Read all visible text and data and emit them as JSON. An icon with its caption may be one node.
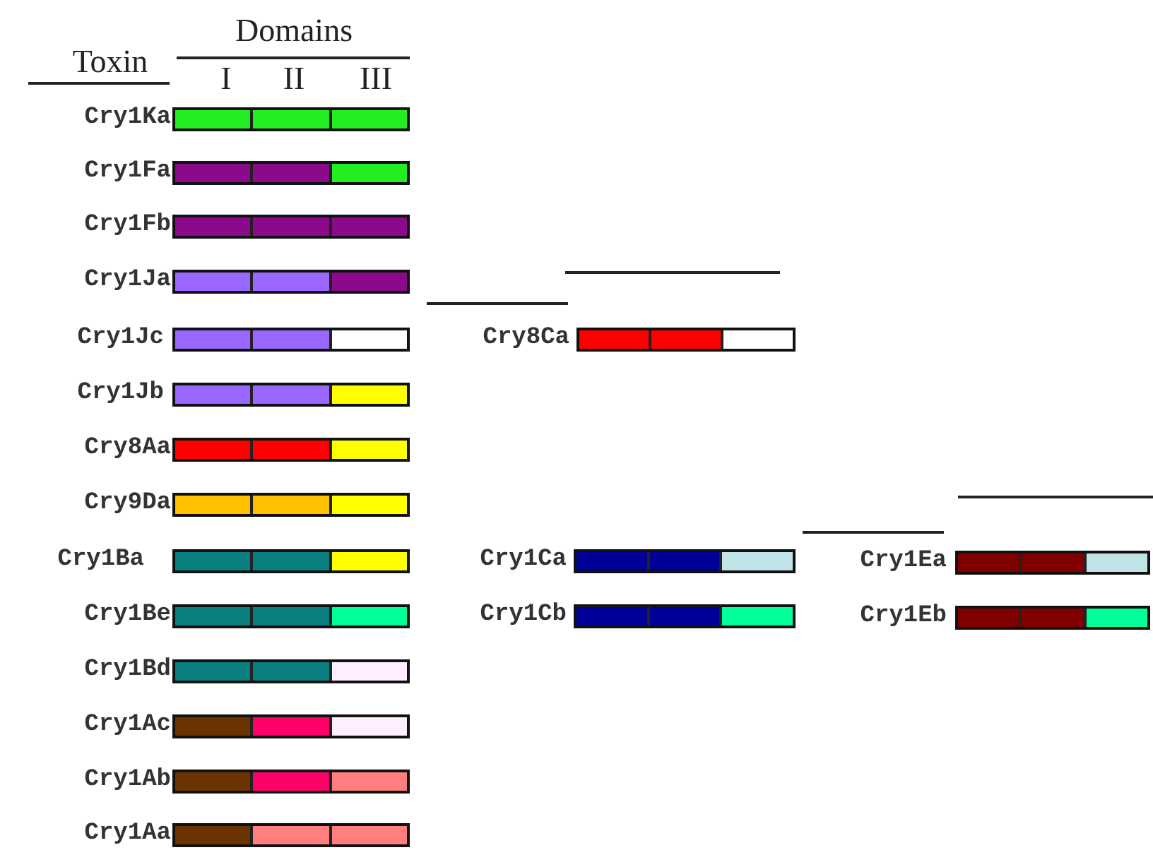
{
  "diagram": {
    "nodes": [
      {
        "text": [],
        "shape": "bar",
        "beside": [
          "Cry1Ka"
        ]
      },
      {
        "text": [],
        "shape": "bar",
        "beside": [
          "Cry1Fa"
        ]
      },
      {
        "text": [],
        "shape": "bar",
        "beside": [
          "Cry1Fb"
        ]
      },
      {
        "text": [],
        "shape": "bar",
        "beside": [
          "Cry1Ja"
        ]
      },
      {
        "text": [],
        "shape": "bar",
        "beside": [
          "Cry1Jc"
        ]
      },
      {
        "text": [],
        "shape": "bar",
        "beside": [
          "Cry1Jb"
        ]
      },
      {
        "text": [],
        "shape": "bar",
        "beside": [
          "Cry8Aa"
        ]
      },
      {
        "text": [],
        "shape": "bar",
        "beside": [
          "Cry9Da"
        ]
      },
      {
        "text": [],
        "shape": "bar",
        "beside": [
          "Cry1Ba"
        ]
      },
      {
        "text": [],
        "shape": "bar",
        "beside": [
          "Cry1Be"
        ]
      },
      {
        "text": [],
        "shape": "bar",
        "beside": [
          "Cry1Bd"
        ]
      },
      {
        "text": [],
        "shape": "bar",
        "beside": [
          "Cry1Ac"
        ]
      },
      {
        "text": [],
        "shape": "bar",
        "beside": [
          "Cry1Ab"
        ]
      },
      {
        "text": [],
        "shape": "bar",
        "beside": [
          "Cry1Aa"
        ]
      },
      {
        "text": [],
        "shape": "bar",
        "beside": [
          "Cry8Ca"
        ]
      },
      {
        "text": [],
        "shape": "bar",
        "beside": [
          "Cry1Ca"
        ]
      },
      {
        "text": [],
        "shape": "bar",
        "beside": [
          "Cry1Cb"
        ]
      },
      {
        "text": [],
        "shape": "bar",
        "beside": [
          "Cry1Ea"
        ]
      },
      {
        "text": [],
        "shape": "bar",
        "beside": [
          "Cry1Eb"
        ]
      }
    ],
    "labels": [
      "Toxin",
      "Domains",
      "I",
      "II",
      "III"
    ]
  }
}
